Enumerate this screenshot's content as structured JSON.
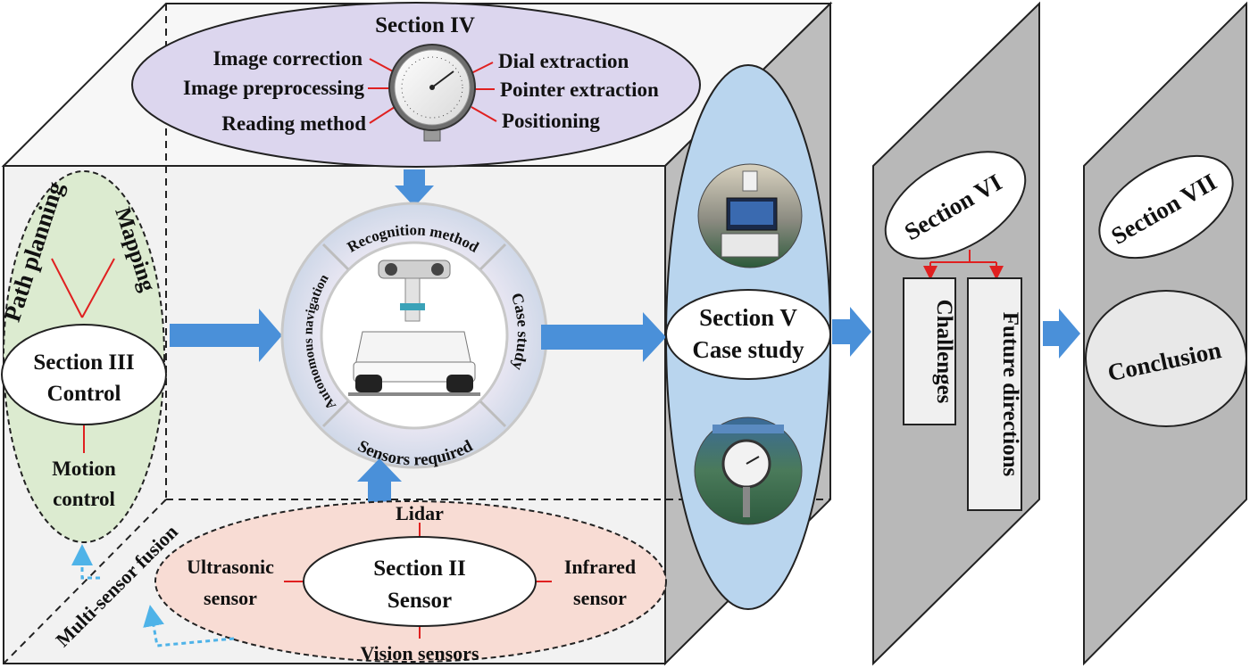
{
  "section4": {
    "title": "Section IV",
    "image_correction": "Image correction",
    "image_preprocessing": "Image preprocessing",
    "reading_method": "Reading method",
    "dial_extraction": "Dial extraction",
    "pointer_extraction": "Pointer extraction",
    "positioning": "Positioning"
  },
  "section3": {
    "title": "Section III",
    "subtitle": "Control",
    "path_planning": "Path planning",
    "mapping": "Mapping",
    "motion_control_1": "Motion",
    "motion_control_2": "control"
  },
  "wheel": {
    "recognition_method": "Recognition method",
    "case_study": "Case study",
    "sensors_required": "Sensors required",
    "autonomous_navigation": "Autonomous navigation"
  },
  "section2": {
    "title": "Section II",
    "subtitle": "Sensor",
    "lidar": "Lidar",
    "ultrasonic_1": "Ultrasonic",
    "ultrasonic_2": "sensor",
    "infrared_1": "Infrared",
    "infrared_2": "sensor",
    "vision": "Vision sensors",
    "fusion": "Multi-sensor fusion"
  },
  "section5": {
    "title": "Section V",
    "subtitle": "Case study"
  },
  "section6": {
    "title": "Section VI",
    "challenges": "Challenges",
    "future": "Future directions"
  },
  "section7": {
    "title": "Section VII",
    "conclusion": "Conclusion"
  },
  "colors": {
    "arrow_blue": "#4a90d9",
    "red_line": "#e02020",
    "cube_front": "#f2f2f2",
    "cube_side": "#bdbdbd",
    "panel_gray": "#b8b8b8",
    "purple_fill": "#dcd6ee",
    "green_fill": "#dcebd0",
    "pink_fill": "#f8dcd4",
    "blue_ellipse": "#b9d5ee",
    "dashed_blue": "#4fb3e8"
  }
}
